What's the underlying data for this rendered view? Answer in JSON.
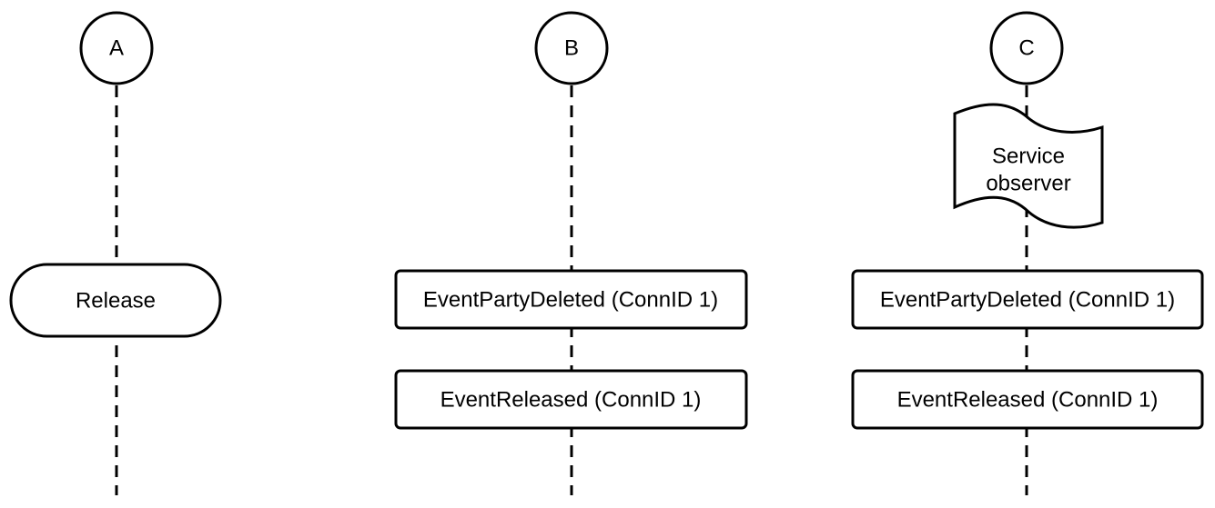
{
  "participants": [
    {
      "id": "a",
      "label": "A"
    },
    {
      "id": "b",
      "label": "B"
    },
    {
      "id": "c",
      "label": "C"
    }
  ],
  "a_action": {
    "label": "Release"
  },
  "c_note": {
    "line1": "Service",
    "line2": "observer"
  },
  "b_events": [
    {
      "label": "EventPartyDeleted (ConnID 1)"
    },
    {
      "label": "EventReleased (ConnID 1)"
    }
  ],
  "c_events": [
    {
      "label": "EventPartyDeleted (ConnID 1)"
    },
    {
      "label": "EventReleased (ConnID 1)"
    }
  ]
}
